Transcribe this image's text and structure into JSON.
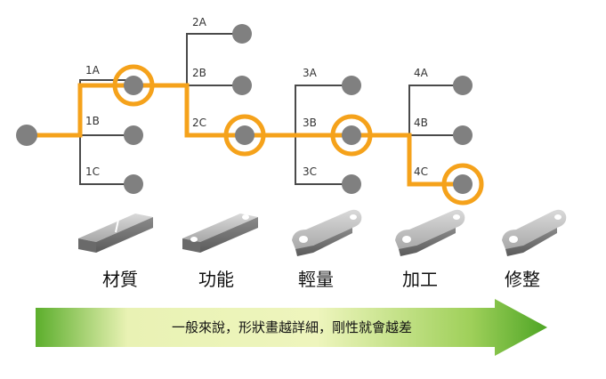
{
  "nodes": [
    {
      "id": "1A",
      "label": "1A"
    },
    {
      "id": "1B",
      "label": "1B"
    },
    {
      "id": "1C",
      "label": "1C"
    },
    {
      "id": "2A",
      "label": "2A"
    },
    {
      "id": "2B",
      "label": "2B"
    },
    {
      "id": "2C",
      "label": "2C"
    },
    {
      "id": "3A",
      "label": "3A"
    },
    {
      "id": "3B",
      "label": "3B"
    },
    {
      "id": "3C",
      "label": "3C"
    },
    {
      "id": "4A",
      "label": "4A"
    },
    {
      "id": "4B",
      "label": "4B"
    },
    {
      "id": "4C",
      "label": "4C"
    }
  ],
  "selected_path": [
    "1A",
    "2C",
    "3B",
    "4C"
  ],
  "stages": [
    "材質",
    "功能",
    "輕量",
    "加工",
    "修整"
  ],
  "arrow_text": "一般來說，形狀畫越詳細，剛性就會越差",
  "colors": {
    "highlight": "#F5A21B",
    "line": "#4a4a4a",
    "node": "#808080",
    "arrow_light": "#ECF3B6",
    "arrow_dark": "#4EA525"
  }
}
